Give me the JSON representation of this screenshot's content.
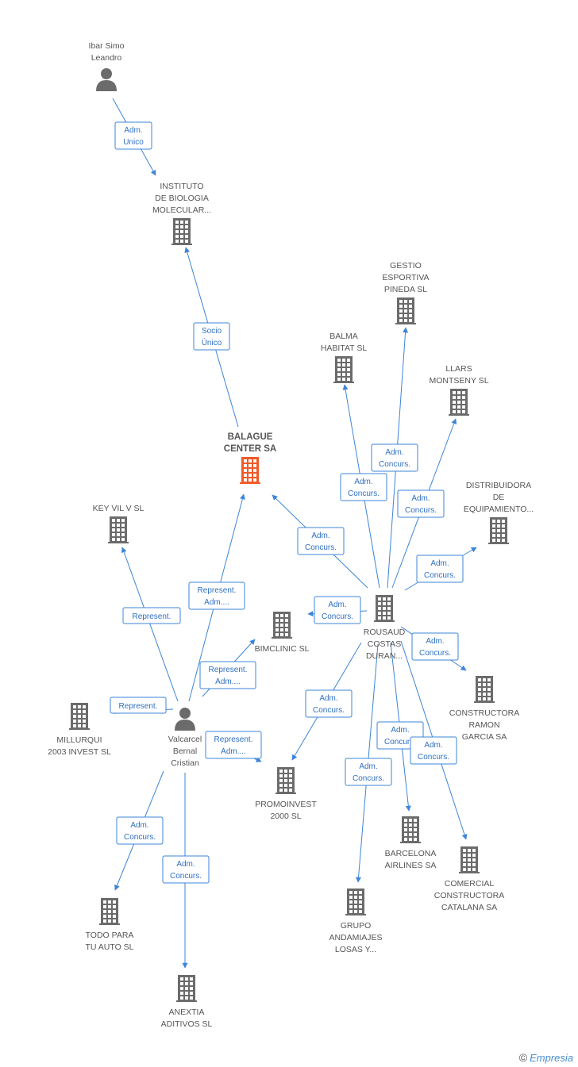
{
  "colors": {
    "edge": "#3d84d8",
    "icon": "#6b6b6b",
    "focus": "#f05a28"
  },
  "nodes": [
    {
      "id": "ibar",
      "type": "person",
      "label": [
        "Ibar Simo",
        "Leandro"
      ]
    },
    {
      "id": "instituto",
      "type": "company",
      "label": [
        "INSTITUTO",
        "DE BIOLOGIA",
        "MOLECULAR..."
      ]
    },
    {
      "id": "balague",
      "type": "focus",
      "label": [
        "BALAGUE",
        "CENTER SA"
      ]
    },
    {
      "id": "gestio",
      "type": "company",
      "label": [
        "GESTIO",
        "ESPORTIVA",
        "PINEDA SL"
      ]
    },
    {
      "id": "balma",
      "type": "company",
      "label": [
        "BALMA",
        "HABITAT SL"
      ]
    },
    {
      "id": "llars",
      "type": "company",
      "label": [
        "LLARS",
        "MONTSENY SL"
      ]
    },
    {
      "id": "distribuidora",
      "type": "company",
      "label": [
        "DISTRIBUIDORA",
        "DE",
        "EQUIPAMIENTO..."
      ]
    },
    {
      "id": "keyvil",
      "type": "company",
      "label": [
        "KEY VIL V SL"
      ]
    },
    {
      "id": "rousaud",
      "type": "company",
      "label": [
        "ROUSAUD",
        "COSTAS",
        "DURAN..."
      ]
    },
    {
      "id": "bimclinic",
      "type": "company",
      "label": [
        "BIMCLINIC SL"
      ]
    },
    {
      "id": "millurqui",
      "type": "company",
      "label": [
        "MILLURQUI",
        "2003 INVEST SL"
      ]
    },
    {
      "id": "valcarcel",
      "type": "person",
      "label": [
        "Valcarcel",
        "Bernal",
        "Cristian"
      ]
    },
    {
      "id": "constructora",
      "type": "company",
      "label": [
        "CONSTRUCTORA",
        "RAMON",
        "GARCIA SA"
      ]
    },
    {
      "id": "promoinvest",
      "type": "company",
      "label": [
        "PROMOINVEST",
        "2000 SL"
      ]
    },
    {
      "id": "barcelona",
      "type": "company",
      "label": [
        "BARCELONA",
        "AIRLINES SA"
      ]
    },
    {
      "id": "comercial",
      "type": "company",
      "label": [
        "COMERCIAL",
        "CONSTRUCTORA",
        "CATALANA SA"
      ]
    },
    {
      "id": "todopara",
      "type": "company",
      "label": [
        "TODO PARA",
        "TU AUTO SL"
      ]
    },
    {
      "id": "grupo",
      "type": "company",
      "label": [
        "GRUPO",
        "ANDAMIAJES",
        "LOSAS Y..."
      ]
    },
    {
      "id": "anextia",
      "type": "company",
      "label": [
        "ANEXTIA",
        "ADITIVOS SL"
      ]
    }
  ],
  "edges": [
    {
      "from": "ibar",
      "to": "instituto",
      "label": [
        "Adm.",
        "Unico"
      ]
    },
    {
      "from": "balague",
      "to": "instituto",
      "label": [
        "Socio",
        "Único"
      ]
    },
    {
      "from": "rousaud",
      "to": "balague",
      "label": [
        "Adm.",
        "Concurs."
      ]
    },
    {
      "from": "rousaud",
      "to": "balma",
      "label": [
        "Adm.",
        "Concurs."
      ]
    },
    {
      "from": "rousaud",
      "to": "gestio",
      "label": [
        "Adm.",
        "Concurs."
      ]
    },
    {
      "from": "rousaud",
      "to": "llars",
      "label": [
        "Adm.",
        "Concurs."
      ]
    },
    {
      "from": "rousaud",
      "to": "distribuidora",
      "label": [
        "Adm.",
        "Concurs."
      ]
    },
    {
      "from": "rousaud",
      "to": "bimclinic",
      "label": [
        "Adm.",
        "Concurs."
      ]
    },
    {
      "from": "rousaud",
      "to": "constructora",
      "label": [
        "Adm.",
        "Concurs."
      ]
    },
    {
      "from": "rousaud",
      "to": "promoinvest",
      "label": [
        "Adm.",
        "Concurs."
      ]
    },
    {
      "from": "rousaud",
      "to": "barcelona",
      "label": [
        "Adm.",
        "Concurs."
      ]
    },
    {
      "from": "rousaud",
      "to": "comercial",
      "label": [
        "Adm.",
        "Concurs."
      ]
    },
    {
      "from": "rousaud",
      "to": "grupo",
      "label": [
        "Adm.",
        "Concurs."
      ]
    },
    {
      "from": "valcarcel",
      "to": "keyvil",
      "label": [
        "Represent."
      ]
    },
    {
      "from": "valcarcel",
      "to": "balague",
      "label": [
        "Represent.",
        "Adm...."
      ]
    },
    {
      "from": "valcarcel",
      "to": "bimclinic",
      "label": [
        "Represent.",
        "Adm...."
      ]
    },
    {
      "from": "valcarcel",
      "to": "millurqui",
      "label": [
        "Represent."
      ]
    },
    {
      "from": "valcarcel",
      "to": "promoinvest",
      "label": [
        "Represent.",
        "Adm...."
      ]
    },
    {
      "from": "valcarcel",
      "to": "todopara",
      "label": [
        "Adm.",
        "Concurs."
      ]
    },
    {
      "from": "valcarcel",
      "to": "anextia",
      "label": [
        "Adm.",
        "Concurs."
      ]
    }
  ],
  "footer": {
    "copyright": "©",
    "brand_first": "E",
    "brand_rest": "mpresia"
  }
}
